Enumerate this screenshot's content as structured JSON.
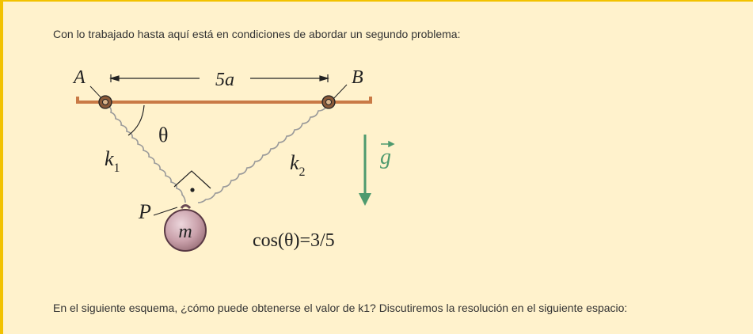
{
  "card": {
    "intro_text": "Con lo trabajado hasta aquí está en condiciones de abordar un segundo problema:",
    "question_text": "En el siguiente esquema, ¿cómo puede obtenerse el valor de k1? Discutiremos la resolución en el siguiente espacio:"
  },
  "figure": {
    "label_A": "A",
    "label_B": "B",
    "distance_label": "5a",
    "angle_label": "θ",
    "spring1_label": "k",
    "spring1_subscript": "1",
    "spring2_label": "k",
    "spring2_subscript": "2",
    "gravity_label": "g",
    "point_label": "P",
    "mass_label": "m",
    "equation": "cos(θ)=3/5"
  },
  "colors": {
    "background": "#fff2cc",
    "border": "#f2c200",
    "ceiling": "#c97a46",
    "gravity_arrow": "#4e9a6e",
    "mass_fill": "#c9a0aa"
  }
}
